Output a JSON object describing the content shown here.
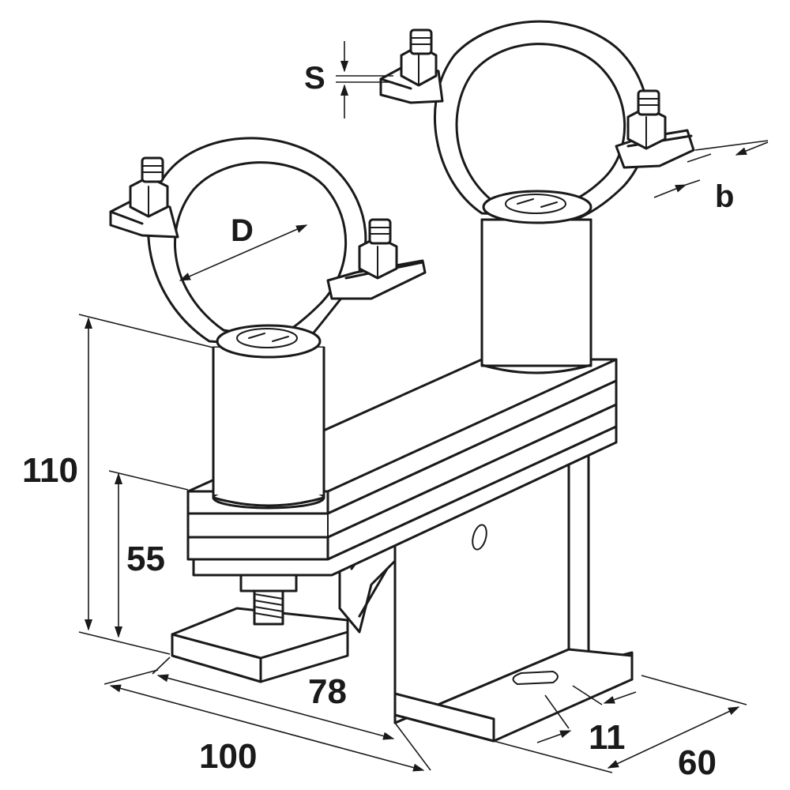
{
  "labels": {
    "S": "S",
    "D": "D",
    "b": "b",
    "h110": "110",
    "h55": "55",
    "w78": "78",
    "w100": "100",
    "d11": "11",
    "d60": "60"
  },
  "colors": {
    "line": "#1a1a1a",
    "fill": "#ffffff"
  }
}
